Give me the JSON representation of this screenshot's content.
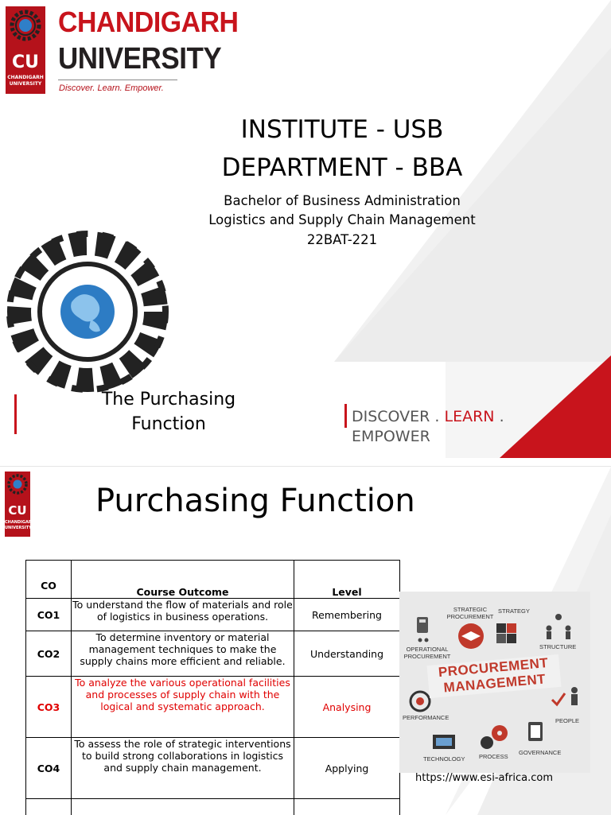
{
  "brand": {
    "name_line1": "CHANDIGARH",
    "name_line2": "UNIVERSITY",
    "tagline": "Discover. Learn. Empower.",
    "badge_initials": "CU",
    "badge_sub1": "CHANDIGARH",
    "badge_sub2": "UNIVERSITY",
    "color_red": "#b5121b"
  },
  "title_slide": {
    "institute": "INSTITUTE - USB",
    "department": "DEPARTMENT - BBA",
    "program": "Bachelor of Business Administration",
    "course": "Logistics and Supply Chain Management",
    "code": "22BAT-221",
    "topic_line1": "The Purchasing",
    "topic_line2": "Function",
    "motto": {
      "discover": "DISCOVER",
      "dot1": " . ",
      "learn": "LEARN",
      "dot2": " .",
      "empower": "EMPOWER"
    }
  },
  "content_slide": {
    "title": "Purchasing Function",
    "table": {
      "headers": [
        "CO",
        "Course Outcome",
        "Level"
      ],
      "rows": [
        {
          "co": "CO1",
          "outcome": "To understand the flow of materials and role of logistics in business operations.",
          "level": "Remembering",
          "highlight": false
        },
        {
          "co": "CO2",
          "outcome": "To determine inventory or material management techniques to make the supply chains more efficient and reliable.",
          "level": "Understanding",
          "highlight": false
        },
        {
          "co": "CO3",
          "outcome": "To analyze the various operational facilities and processes of supply chain with the logical and systematic approach.",
          "level": "Analysing",
          "highlight": true
        },
        {
          "co": "CO4",
          "outcome": "To assess the role of strategic interventions to build strong collaborations in logistics and supply chain management.",
          "level": "Applying",
          "highlight": false
        }
      ]
    },
    "image": {
      "banner_line1": "PROCUREMENT",
      "banner_line2": "MANAGEMENT",
      "labels": {
        "strategic": "STRATEGIC PROCUREMENT",
        "strategy": "STRATEGY",
        "operational": "OPERATIONAL PROCUREMENT",
        "structure": "STRUCTURE",
        "performance": "PERFORMANCE",
        "people": "PEOPLE",
        "technology": "TECHNOLOGY",
        "process": "PROCESS",
        "governance": "GOVERNANCE"
      },
      "caption": "https://www.esi-africa.com"
    },
    "highlight_color": "#e00000"
  }
}
